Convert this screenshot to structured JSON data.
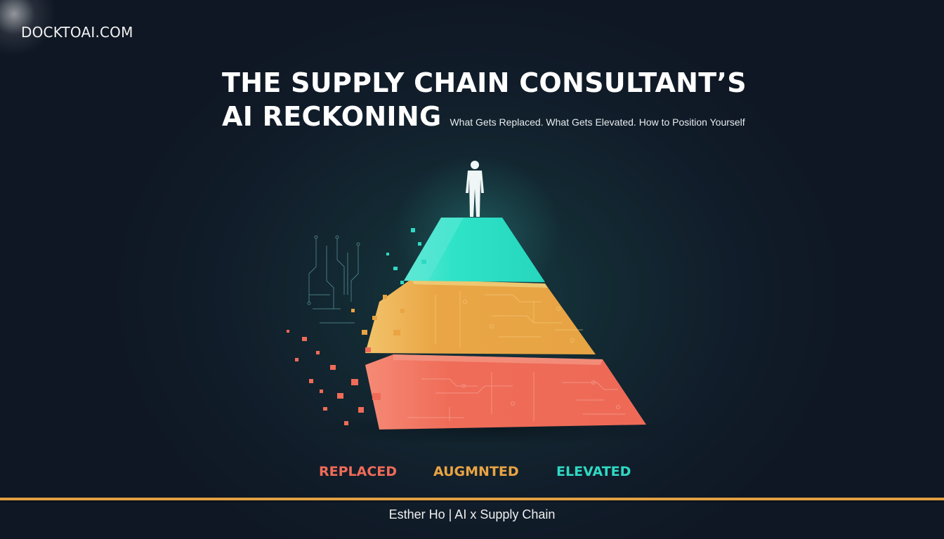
{
  "brand": {
    "site": "DOCKTOAI.COM"
  },
  "header": {
    "title_line1": "THE SUPPLY CHAIN CONSULTANT’S",
    "title_line2": "AI RECKONING",
    "subtitle": "What Gets Replaced. What Gets Elevated. How to Position Yourself"
  },
  "pyramid": {
    "tiers": [
      {
        "label": "REPLACED",
        "color": "#ef6b58"
      },
      {
        "label": "AUGMNTED",
        "color": "#e9a443"
      },
      {
        "label": "ELEVATED",
        "color": "#2fd9c3"
      }
    ],
    "figure": "person-silhouette"
  },
  "footer": {
    "byline": "Esther Ho | AI x Supply Chain",
    "rule_color": "#e0a043"
  }
}
